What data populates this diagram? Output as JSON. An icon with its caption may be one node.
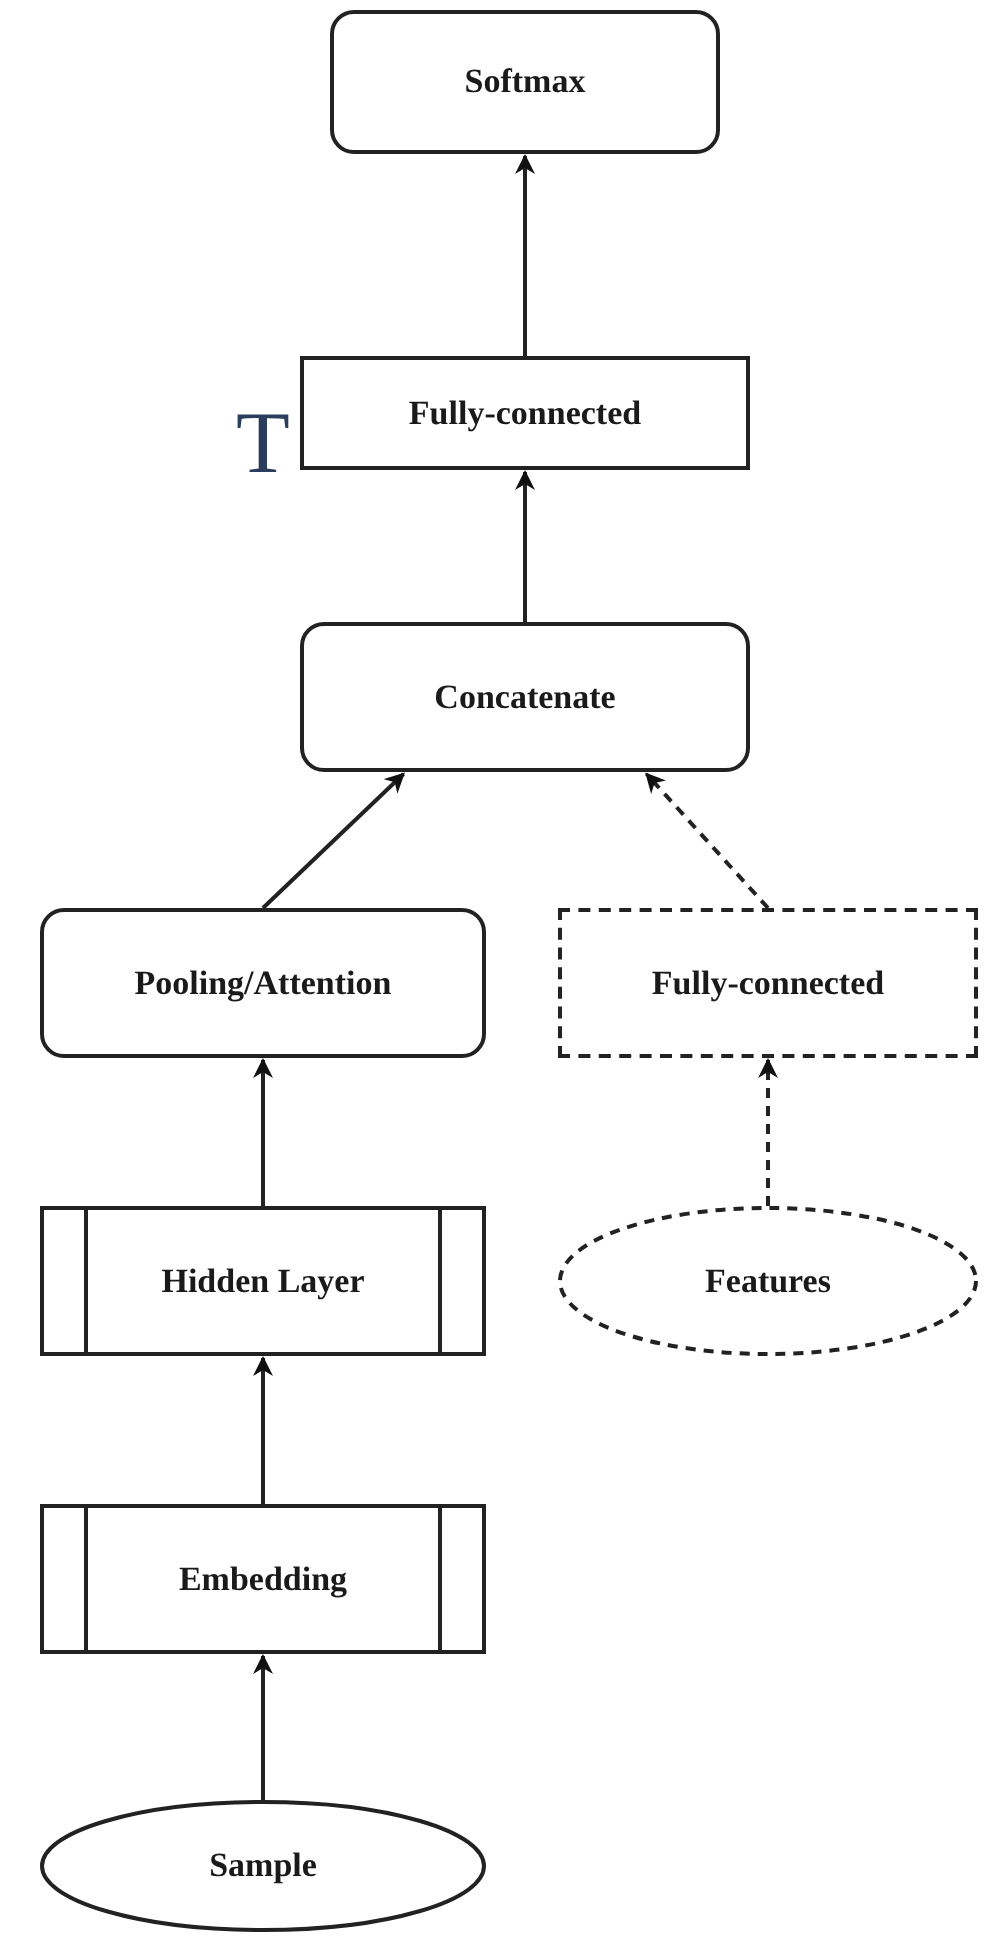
{
  "diagram": {
    "nodes": [
      {
        "text": [
          "Softmax"
        ]
      },
      {
        "text": [
          "Fully-connected"
        ]
      },
      {
        "text": [
          "Concatenate"
        ]
      },
      {
        "text": [
          "Pooling/Attention"
        ]
      },
      {
        "text": [
          "Fully-connected"
        ]
      },
      {
        "text": [
          "Hidden Layer"
        ]
      },
      {
        "text": [
          "Features"
        ]
      },
      {
        "text": [
          "Embedding"
        ]
      },
      {
        "text": [
          "Sample"
        ]
      }
    ],
    "edges": [
      {
        "from": 8,
        "to": 7,
        "arrow": "to"
      },
      {
        "from": 7,
        "to": 5,
        "arrow": "to"
      },
      {
        "from": 5,
        "to": 3,
        "arrow": "to"
      },
      {
        "from": 3,
        "to": 2,
        "arrow": "to"
      },
      {
        "from": 6,
        "to": 4,
        "arrow": "to",
        "style": "dashed"
      },
      {
        "from": 4,
        "to": 2,
        "arrow": "to",
        "style": "dashed"
      },
      {
        "from": 2,
        "to": 1,
        "arrow": "to"
      },
      {
        "from": 1,
        "to": 0,
        "arrow": "to"
      }
    ],
    "labels": [
      "T"
    ]
  }
}
